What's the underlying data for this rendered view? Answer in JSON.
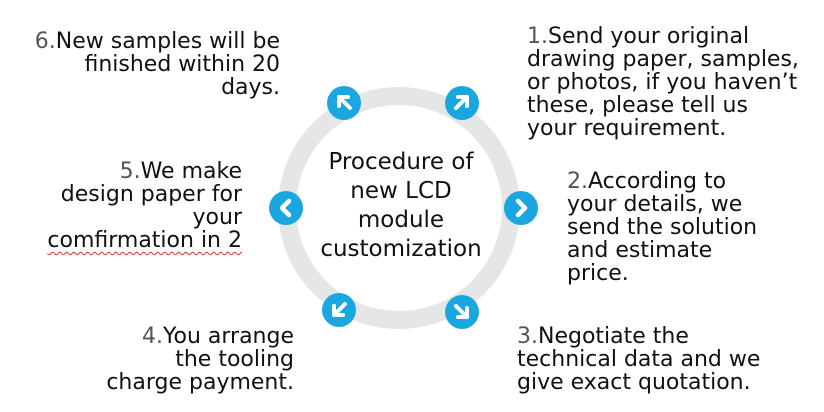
{
  "center_title": [
    "Procedure of",
    "new LCD",
    "module",
    "customization"
  ],
  "steps": {
    "s1": {
      "num": "1.",
      "lines": [
        "Send your original",
        "drawing paper, samples,",
        "or photos, if you haven’t",
        "these, please tell us",
        "your requirement."
      ]
    },
    "s2": {
      "num": "2.",
      "lines": [
        "According to",
        "your details, we",
        "send the solution",
        "and estimate",
        "price."
      ]
    },
    "s3": {
      "num": "3.",
      "lines": [
        "Negotiate the",
        "technical data and we",
        "give exact quotation."
      ]
    },
    "s4": {
      "num": "4.",
      "lines": [
        "You arrange",
        "the tooling",
        "charge payment."
      ]
    },
    "s5": {
      "num": "5.",
      "lines": [
        "We make",
        "design paper for",
        "your",
        "comfirmation in 2"
      ]
    },
    "s6": {
      "num": "6.",
      "lines": [
        "New samples will be",
        "finished within 20",
        "days."
      ]
    }
  },
  "colors": {
    "ring": "#e6e6e6",
    "arrow_circle": "#1aa7e0",
    "arrow_glyph": "#ffffff"
  },
  "icons": [
    "arrow-up-right-icon",
    "chevron-right-icon",
    "arrow-down-right-icon",
    "arrow-down-left-icon",
    "chevron-left-icon",
    "arrow-up-left-icon"
  ]
}
